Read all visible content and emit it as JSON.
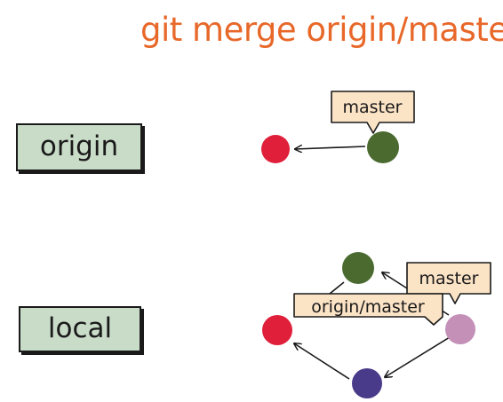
{
  "title": "git merge origin/master",
  "repos": {
    "origin": "origin",
    "local": "local"
  },
  "labels": {
    "origin_master": "master",
    "local_master": "master",
    "local_origin_master": "origin/master"
  },
  "colors": {
    "title": "#e8682a",
    "repo_box_fill": "#c9dcc8",
    "label_fill": "#fbe3c6",
    "commit_red": "#e0203a",
    "commit_green": "#4a6a30",
    "commit_pink": "#c490b8",
    "commit_purple": "#4a3a8a"
  }
}
